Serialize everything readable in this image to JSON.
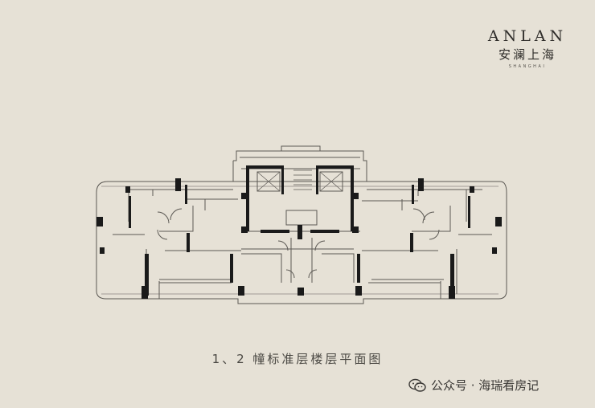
{
  "logo": {
    "name_en": "ANLAN",
    "name_cn": "安澜上海",
    "city": "SHANGHAI"
  },
  "caption": "1、2 幢标准层楼层平面图",
  "watermark": {
    "text": "公众号 · 海瑞看房记",
    "icon": "wechat-icon"
  },
  "colors": {
    "background": "#e6e1d6",
    "wall": "#1a1a1a",
    "line": "#5c5954"
  }
}
